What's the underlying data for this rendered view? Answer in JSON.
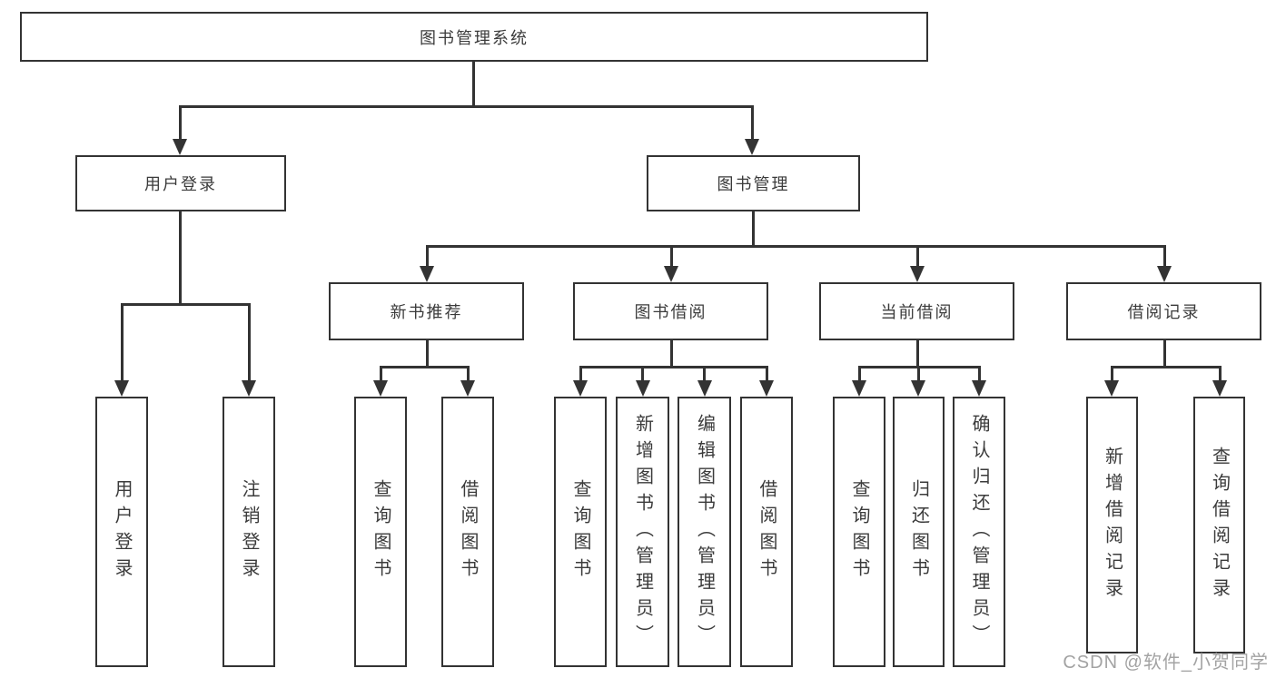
{
  "diagram": {
    "type": "hierarchy-tree",
    "root": {
      "label": "图书管理系统",
      "children": [
        {
          "label": "用户登录",
          "children": [
            {
              "label": "用户登录"
            },
            {
              "label": "注销登录"
            }
          ]
        },
        {
          "label": "图书管理",
          "children": [
            {
              "label": "新书推荐",
              "children": [
                {
                  "label": "查询图书"
                },
                {
                  "label": "借阅图书"
                }
              ]
            },
            {
              "label": "图书借阅",
              "children": [
                {
                  "label": "查询图书"
                },
                {
                  "label": "新增图书（管理员）"
                },
                {
                  "label": "编辑图书（管理员）"
                },
                {
                  "label": "借阅图书"
                }
              ]
            },
            {
              "label": "当前借阅",
              "children": [
                {
                  "label": "查询图书"
                },
                {
                  "label": "归还图书"
                },
                {
                  "label": "确认归还（管理员）"
                }
              ]
            },
            {
              "label": "借阅记录",
              "children": [
                {
                  "label": "新增借阅记录"
                },
                {
                  "label": "查询借阅记录"
                }
              ]
            }
          ]
        }
      ]
    }
  },
  "watermark": {
    "text": "CSDN @软件_小贺同学"
  },
  "colors": {
    "line": "#333333",
    "box_border": "#333333",
    "text": "#3b3b3b",
    "watermark": "#a3a3a3",
    "background": "#ffffff"
  }
}
